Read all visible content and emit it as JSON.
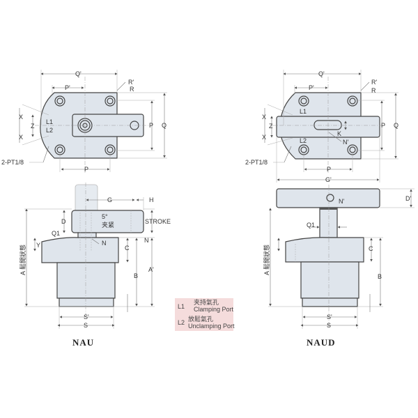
{
  "colors": {
    "part_fill": "#dfe5ec",
    "legend_bg": "#f5dcdc",
    "outline": "#444444"
  },
  "nau": {
    "title": "NAU",
    "top_view": {
      "q_prime": "Q'",
      "p_prime": "P'",
      "r_prime": "R'",
      "r": "R",
      "x1": "X",
      "z": "Z",
      "x2": "X",
      "l1": "L1",
      "l2": "L2",
      "p_right": "P",
      "q_right": "Q",
      "port": "2-PT1/8",
      "p_bottom": "P"
    },
    "side_view": {
      "g": "G",
      "h": "H",
      "d": "D",
      "angle": "5°",
      "clamp": "夹紧",
      "stroke": "STROKE",
      "q1": "Q1",
      "n_left": "N",
      "n_right": "N",
      "c": "C",
      "y": "Y",
      "a_prime": "A'",
      "b": "B",
      "a_state": "A 鬆開狀態",
      "s_prime": "S'",
      "s": "S"
    }
  },
  "naud": {
    "title": "NAUD",
    "top_view": {
      "q_prime": "Q'",
      "p_prime": "P'",
      "r_prime": "R'",
      "r": "R",
      "x1": "X",
      "z": "Z",
      "x2": "X",
      "l1": "L1",
      "l2": "L2",
      "k": "K",
      "n_prime": "N'",
      "p_right": "P",
      "q_right": "Q",
      "port": "2-PT1/8",
      "p_bottom": "P",
      "g_prime": "G'"
    },
    "side_view": {
      "d_prime": "D'",
      "n_prime": "N'",
      "q1": "Q1",
      "c": "C",
      "b": "B",
      "a_state": "A 鬆開狀態",
      "s_prime": "S'",
      "s": "S"
    }
  },
  "legend": [
    {
      "code": "L1",
      "zh": "夹持氣孔",
      "en": "Clamping Port"
    },
    {
      "code": "L2",
      "zh": "放鬆氣孔",
      "en": "Unclamping Port"
    }
  ]
}
